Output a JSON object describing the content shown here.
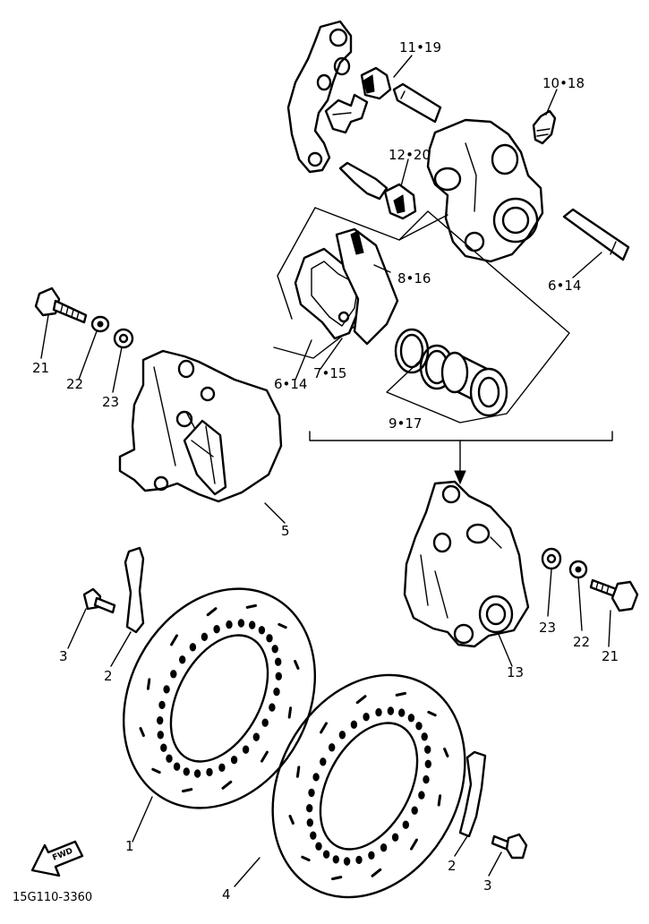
{
  "part_labels": [
    {
      "id": "11-19",
      "text": "11•19"
    },
    {
      "id": "10-18",
      "text": "10•18"
    },
    {
      "id": "12-20",
      "text": "12•20"
    },
    {
      "id": "8-16",
      "text": "8•16"
    },
    {
      "id": "6-14-upper",
      "text": "6•14"
    },
    {
      "id": "6-14-pad",
      "text": "6•14"
    },
    {
      "id": "7-15",
      "text": "7•15"
    },
    {
      "id": "9-17",
      "text": "9•17"
    },
    {
      "id": "21-left",
      "text": "21"
    },
    {
      "id": "22-left",
      "text": "22"
    },
    {
      "id": "23-left",
      "text": "23"
    },
    {
      "id": "5",
      "text": "5"
    },
    {
      "id": "23-right",
      "text": "23"
    },
    {
      "id": "22-right",
      "text": "22"
    },
    {
      "id": "21-right",
      "text": "21"
    },
    {
      "id": "13",
      "text": "13"
    },
    {
      "id": "3-left",
      "text": "3"
    },
    {
      "id": "2-left",
      "text": "2"
    },
    {
      "id": "1",
      "text": "1"
    },
    {
      "id": "4",
      "text": "4"
    },
    {
      "id": "2-right",
      "text": "2"
    },
    {
      "id": "3-right",
      "text": "3"
    }
  ],
  "fwd_label": "FWD",
  "drawing_code": "15G110-3360"
}
